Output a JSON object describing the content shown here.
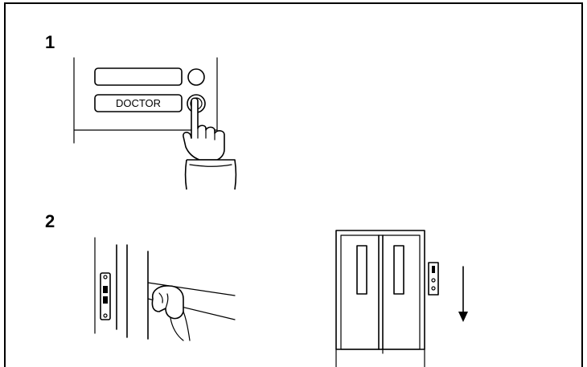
{
  "steps": [
    {
      "number": "1"
    },
    {
      "number": "2"
    }
  ],
  "intercom": {
    "label_top": "",
    "label_bottom": "DOCTOR"
  },
  "icons": {
    "press": "hand-pressing-button-icon",
    "door": "hand-pushing-door-icon",
    "elevator": "elevator-icon",
    "arrow": "arrow-down-icon"
  }
}
